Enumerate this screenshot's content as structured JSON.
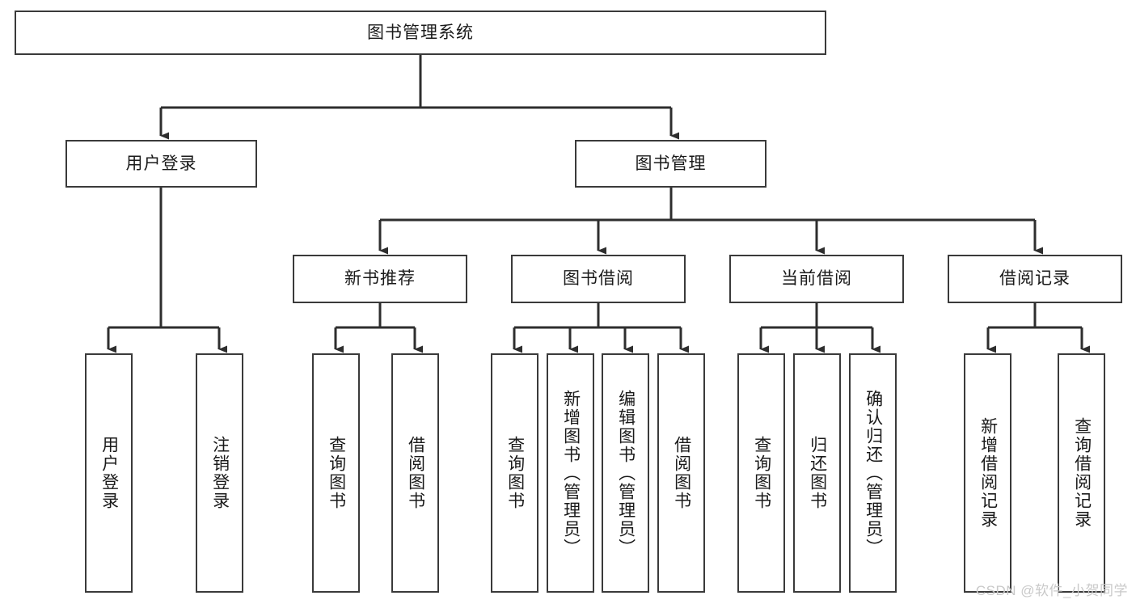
{
  "diagram": {
    "type": "tree",
    "title": "图书管理系统",
    "watermark": "CSDN @软件_小贺同学",
    "colors": {
      "node_border": "#3a3a3a",
      "node_fill": "#ffffff",
      "connector": "#2e2e2e",
      "text": "#1a1a1a",
      "watermark": "#c9c9c9"
    },
    "nodes": {
      "root": {
        "label": "图书管理系统"
      },
      "level2": [
        {
          "label": "用户登录"
        },
        {
          "label": "图书管理"
        }
      ],
      "level3": [
        {
          "label": "新书推荐"
        },
        {
          "label": "图书借阅"
        },
        {
          "label": "当前借阅"
        },
        {
          "label": "借阅记录"
        }
      ],
      "leaves": {
        "user_login": [
          {
            "label": "用户登录"
          },
          {
            "label": "注销登录"
          }
        ],
        "new_book_recommend": [
          {
            "label": "查询图书"
          },
          {
            "label": "借阅图书"
          }
        ],
        "book_borrow": [
          {
            "label": "查询图书"
          },
          {
            "label": "新增图书（管理员）"
          },
          {
            "label": "编辑图书（管理员）"
          },
          {
            "label": "借阅图书"
          }
        ],
        "current_borrow": [
          {
            "label": "查询图书"
          },
          {
            "label": "归还图书"
          },
          {
            "label": "确认归还（管理员）"
          }
        ],
        "borrow_record": [
          {
            "label": "新增借阅记录"
          },
          {
            "label": "查询借阅记录"
          }
        ]
      }
    }
  }
}
